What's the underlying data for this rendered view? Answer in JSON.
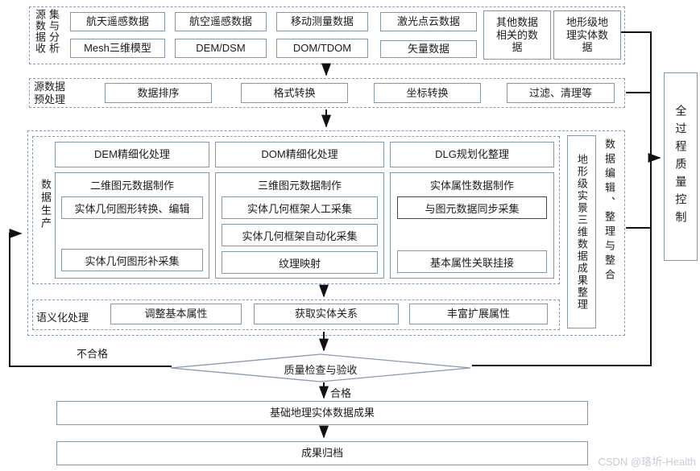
{
  "collect": {
    "label": "源数据收集与分析",
    "row1": [
      "航天遥感数据",
      "航空遥感数据",
      "移动测量数据",
      "激光点云数据"
    ],
    "row2": [
      "Mesh三维模型",
      "DEM/DSM",
      "DOM/TDOM",
      "矢量数据"
    ],
    "tall": [
      "其他数据相关的数据",
      "地形级地理实体数据"
    ]
  },
  "preprocess": {
    "label": "源数据预处理",
    "items": [
      "数据排序",
      "格式转换",
      "坐标转换",
      "过滤、清理等"
    ]
  },
  "edit": {
    "label": "数据编辑、整理与整合"
  },
  "production": {
    "label": "数据生产",
    "columns": [
      {
        "top": "DEM精细化处理",
        "group": "二维图元数据制作",
        "subs": [
          "实体几何图形转换、编辑",
          "实体几何图形补采集"
        ]
      },
      {
        "top": "DOM精细化处理",
        "group": "三维图元数据制作",
        "subs": [
          "实体几何框架人工采集",
          "实体几何框架自动化采集",
          "纹理映射"
        ]
      },
      {
        "top": "DLG规划化整理",
        "group": "实体属性数据制作",
        "subs": [
          "与图元数据同步采集",
          "基本属性关联挂接"
        ]
      }
    ]
  },
  "terrain": {
    "label": "地形级实景三维数据成果整理"
  },
  "qc": {
    "label": "全过程质量控制"
  },
  "semantic": {
    "label": "语义化处理",
    "items": [
      "调整基本属性",
      "获取实体关系",
      "丰富扩展属性"
    ]
  },
  "decision": {
    "label": "质量检查与验收"
  },
  "flow": {
    "fail": "不合格",
    "pass": "合格"
  },
  "outputs": [
    "基础地理实体数据成果",
    "成果归档"
  ],
  "watermark": "CSDN @珞圻-Health"
}
